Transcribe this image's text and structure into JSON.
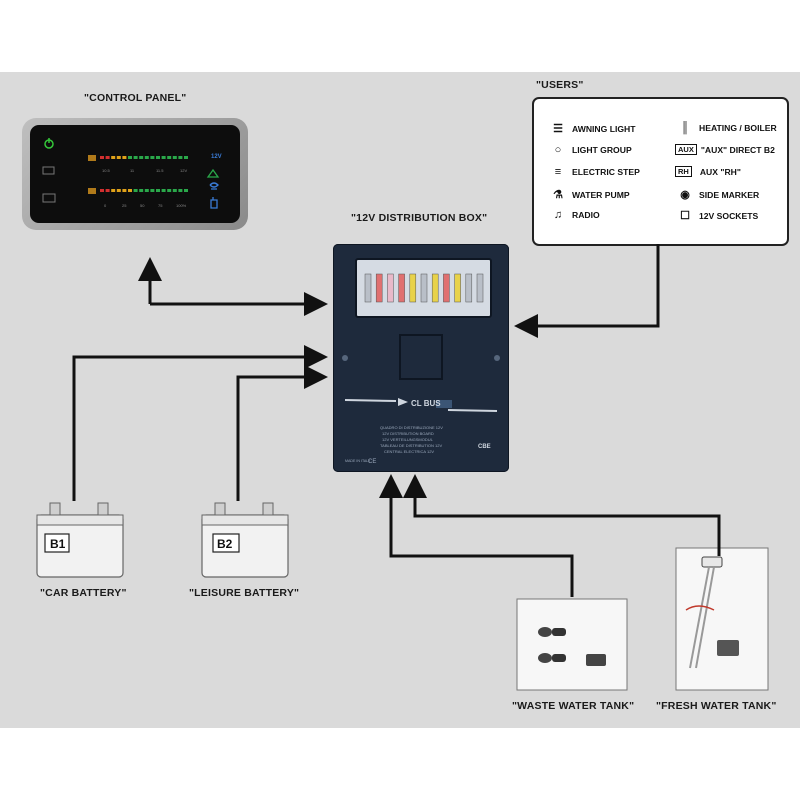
{
  "labels": {
    "control_panel": "\"CONTROL PANEL\"",
    "users": "\"USERS\"",
    "distribution_box": "\"12V DISTRIBUTION BOX\"",
    "car_battery": "\"CAR BATTERY\"",
    "leisure_battery": "\"LEISURE BATTERY\"",
    "waste_water_tank": "\"WASTE WATER TANK\"",
    "fresh_water_tank": "\"FRESH WATER TANK\""
  },
  "users": {
    "left": [
      {
        "icon": "awning-light-icon",
        "label": "AWNING LIGHT"
      },
      {
        "icon": "light-group-icon",
        "label": "LIGHT GROUP"
      },
      {
        "icon": "electric-step-icon",
        "label": "ELECTRIC STEP"
      },
      {
        "icon": "water-pump-icon",
        "label": "WATER PUMP"
      },
      {
        "icon": "radio-icon",
        "label": "RADIO"
      }
    ],
    "right": [
      {
        "icon": "heating-boiler-icon",
        "label": "HEATING / BOILER"
      },
      {
        "icon": "aux-icon",
        "badge": "AUX",
        "label": "\"AUX\" DIRECT B2"
      },
      {
        "icon": "rh-icon",
        "badge": "RH",
        "label": "AUX \"RH\""
      },
      {
        "icon": "side-marker-icon",
        "label": "SIDE MARKER"
      },
      {
        "icon": "socket-icon",
        "label": "12V SOCKETS"
      }
    ]
  },
  "batteries": {
    "b1": "B1",
    "b2": "B2"
  },
  "control_panel": {
    "top_scale": [
      "10.5",
      "11",
      "11.5",
      "12V"
    ],
    "bottom_scale": [
      "0",
      "25",
      "50",
      "75",
      "100%"
    ],
    "badge": "12V"
  },
  "distribution_box": {
    "brand": "CL BUS",
    "maker": "CBE",
    "desc_lines": [
      "QUADRO DI DISTRIBUZIONE 12V",
      "12V DISTRIBUTION BOARD",
      "12V VERTEILUNGSMODUL",
      "TABLEAU DE DISTRIBUTION 12V",
      "CENTRAL ELECTRICA 12V"
    ],
    "made_in": "MADE IN ITALY",
    "ce": "CE"
  },
  "colors": {
    "background": "#dadada",
    "box": "#1e2a3c",
    "wire": "#111111"
  }
}
